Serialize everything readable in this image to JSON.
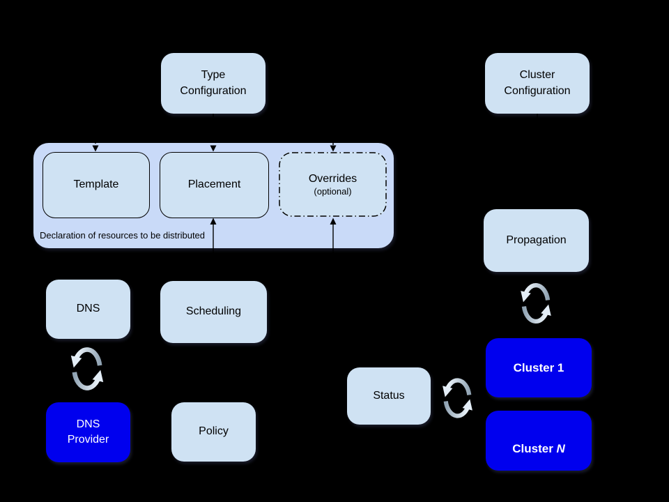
{
  "diagram": {
    "background_color": "#000000",
    "colors": {
      "light_box": "#cfe2f3",
      "container_box": "#c9daf8",
      "active_box": "#0000ee",
      "connector_line": "#000000",
      "sync_icon_dark": "#8fa2b2",
      "sync_icon_light": "#ecf4fb"
    },
    "nodes": {
      "type_configuration": {
        "label": "Type\nConfiguration"
      },
      "cluster_configuration": {
        "label": "Cluster\nConfiguration"
      },
      "template": {
        "label": "Template"
      },
      "placement": {
        "label": "Placement"
      },
      "overrides": {
        "label": "Overrides",
        "sublabel": "(optional)"
      },
      "declaration_caption": {
        "label": "Declaration of resources to be distributed"
      },
      "dns": {
        "label": "DNS"
      },
      "scheduling": {
        "label": "Scheduling"
      },
      "propagation": {
        "label": "Propagation"
      },
      "dns_provider": {
        "label": "DNS\nProvider"
      },
      "policy": {
        "label": "Policy"
      },
      "status": {
        "label": "Status"
      },
      "cluster_1": {
        "label": "Cluster 1"
      },
      "cluster_n": {
        "prefix": "Cluster",
        "suffix": "N"
      }
    },
    "icons": {
      "dns_sync": "sync-arrows-icon",
      "propagation_sync": "sync-arrows-icon",
      "status_sync": "sync-arrows-icon"
    }
  }
}
